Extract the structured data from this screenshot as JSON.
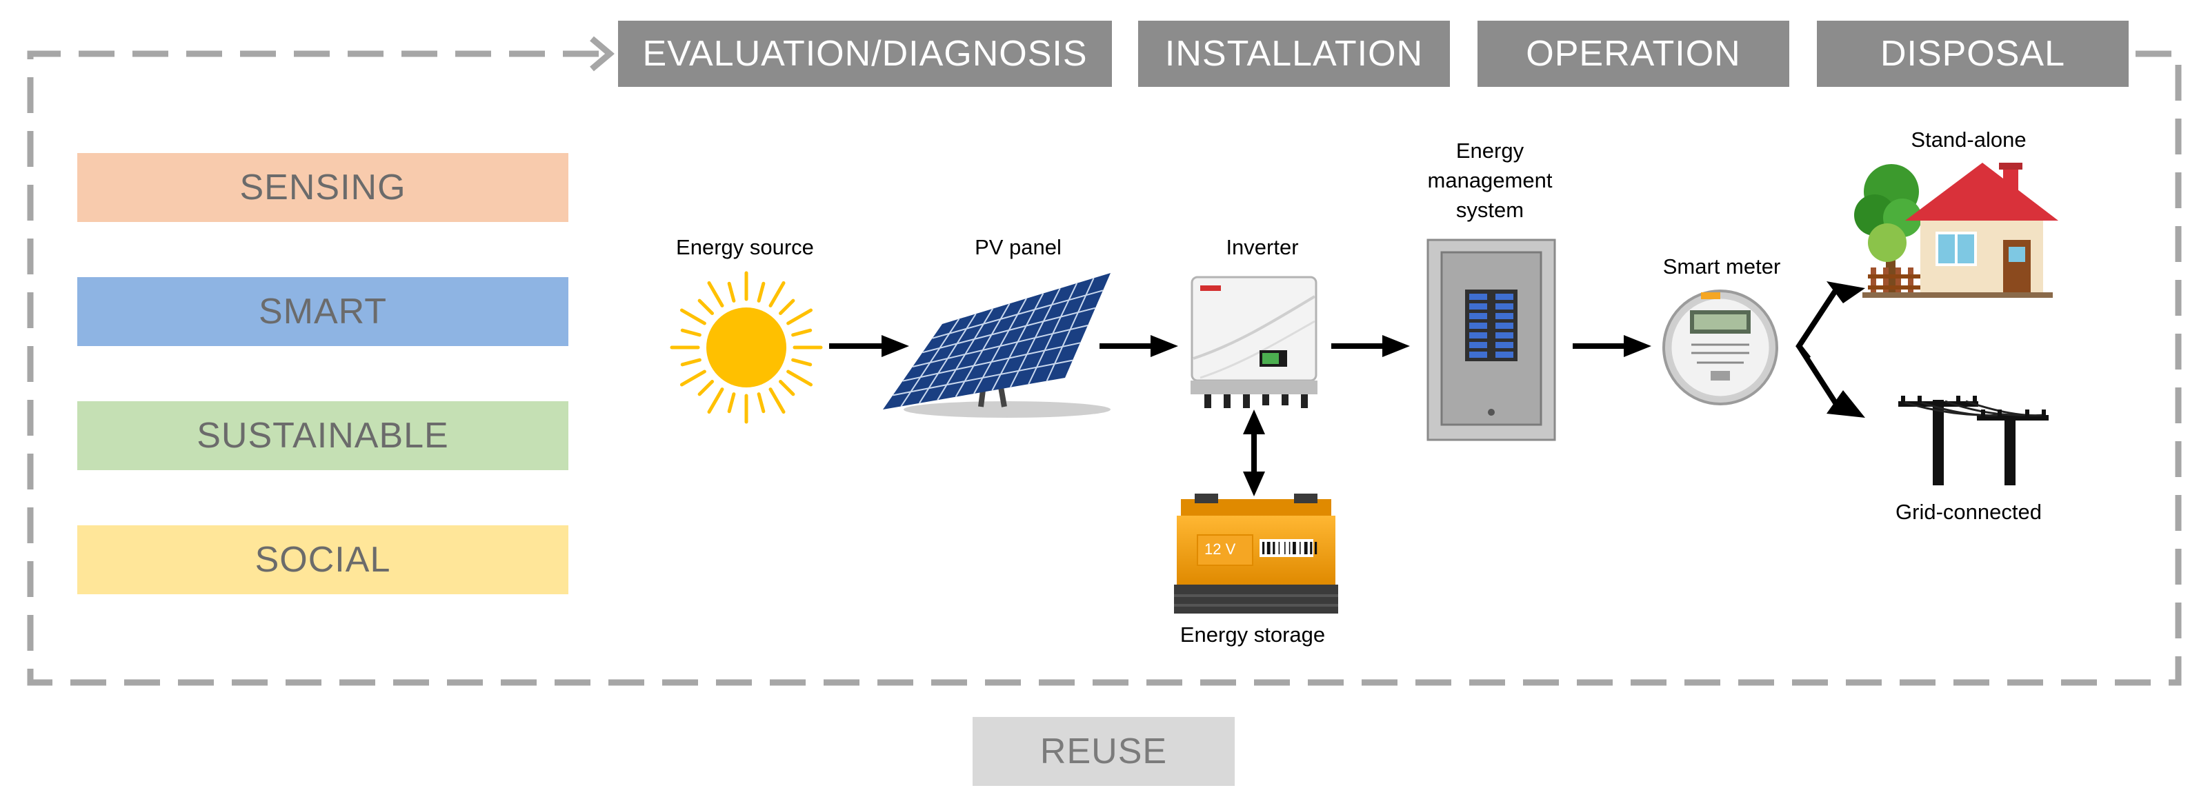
{
  "stages": [
    "EVALUATION/DIAGNOSIS",
    "INSTALLATION",
    "OPERATION",
    "DISPOSAL"
  ],
  "pillars": [
    {
      "label": "SENSING",
      "color": "#f8cbad"
    },
    {
      "label": "SMART",
      "color": "#8eb4e3"
    },
    {
      "label": "SUSTAINABLE",
      "color": "#c5e0b4"
    },
    {
      "label": "SOCIAL",
      "color": "#ffe699"
    }
  ],
  "reuse_label": "REUSE",
  "components": {
    "energy_source": "Energy source",
    "pv_panel": "PV panel",
    "inverter": "Inverter",
    "ems": [
      "Energy",
      "management",
      "system"
    ],
    "smart_meter": "Smart meter",
    "stand_alone": "Stand-alone",
    "grid_connected": "Grid-connected",
    "energy_storage": "Energy storage",
    "battery_voltage": "12 V"
  },
  "colors": {
    "stage_bg": "#8c8c8c",
    "reuse_bg": "#d9d9d9",
    "dash": "#a6a6a6",
    "sun": "#ffc000",
    "panel": "#1f4e9b",
    "roof": "#d9313a",
    "battery": "#f5a623"
  }
}
